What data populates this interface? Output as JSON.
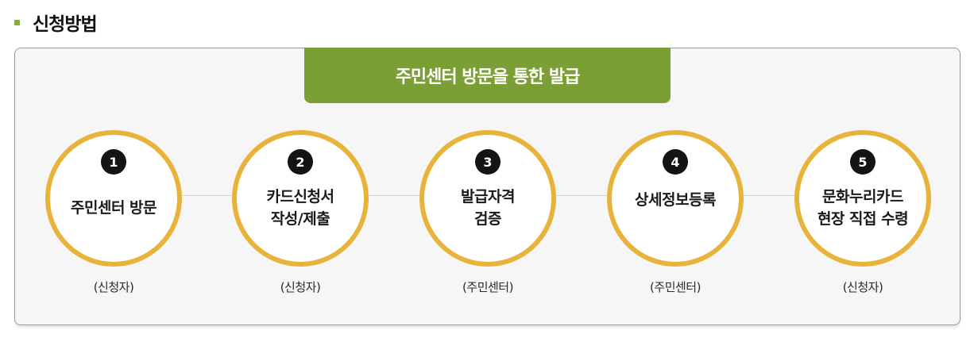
{
  "section": {
    "title": "신청방법"
  },
  "panel": {
    "tab_title": "주민센터 방문을 통한 발급"
  },
  "steps": [
    {
      "number": "1",
      "label": "주민센터 방문",
      "actor": "(신청자)"
    },
    {
      "number": "2",
      "label": "카드신청서\n작성/제출",
      "actor": "(신청자)"
    },
    {
      "number": "3",
      "label": "발급자격\n검증",
      "actor": "(주민센터)"
    },
    {
      "number": "4",
      "label": "상세정보등록",
      "actor": "(주민센터)"
    },
    {
      "number": "5",
      "label": "문화누리카드\n현장 직접 수령",
      "actor": "(신청자)"
    }
  ],
  "colors": {
    "accent_green": "#7b9e35",
    "bullet_green": "#8aab3c",
    "circle_ring": "#e8b33a",
    "number_badge": "#141414"
  }
}
